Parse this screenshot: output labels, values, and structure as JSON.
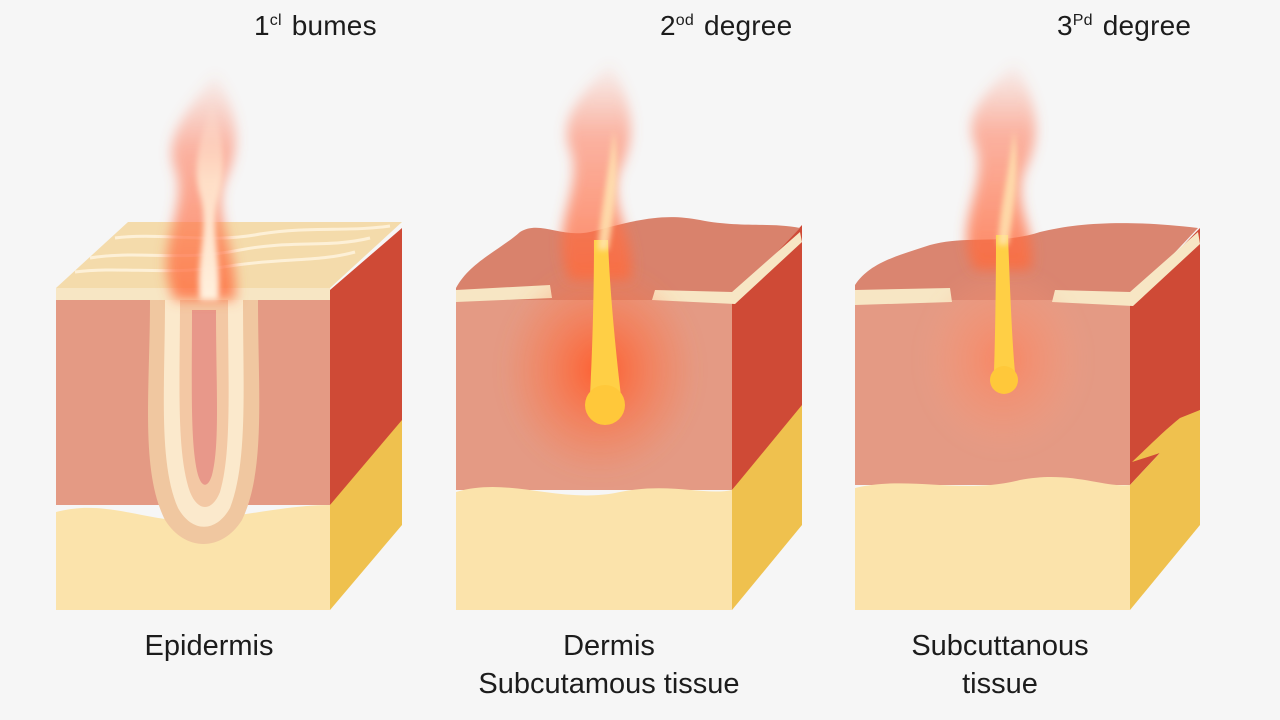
{
  "panels": [
    {
      "title": {
        "num": "1",
        "sup": "cl",
        "word": "bumes"
      },
      "caption": [
        "Epidermis"
      ]
    },
    {
      "title": {
        "num": "2",
        "sup": "od",
        "word": "degree"
      },
      "caption": [
        "Dermis",
        "Subcutamous tissue"
      ]
    },
    {
      "title": {
        "num": "3",
        "sup": "Pd",
        "word": "degree"
      },
      "caption": [
        "Subcuttanous",
        "tissue"
      ]
    }
  ],
  "colors": {
    "background": "#f6f6f6",
    "epidermis_top": "#f3d7a5",
    "dermis_front": "#e49a84",
    "dermis_side": "#cf4a36",
    "fat_front": "#fbe3ab",
    "fat_side": "#efc14e",
    "burn_glow": "#ff6a3a",
    "burn_core": "#ffc83a"
  }
}
